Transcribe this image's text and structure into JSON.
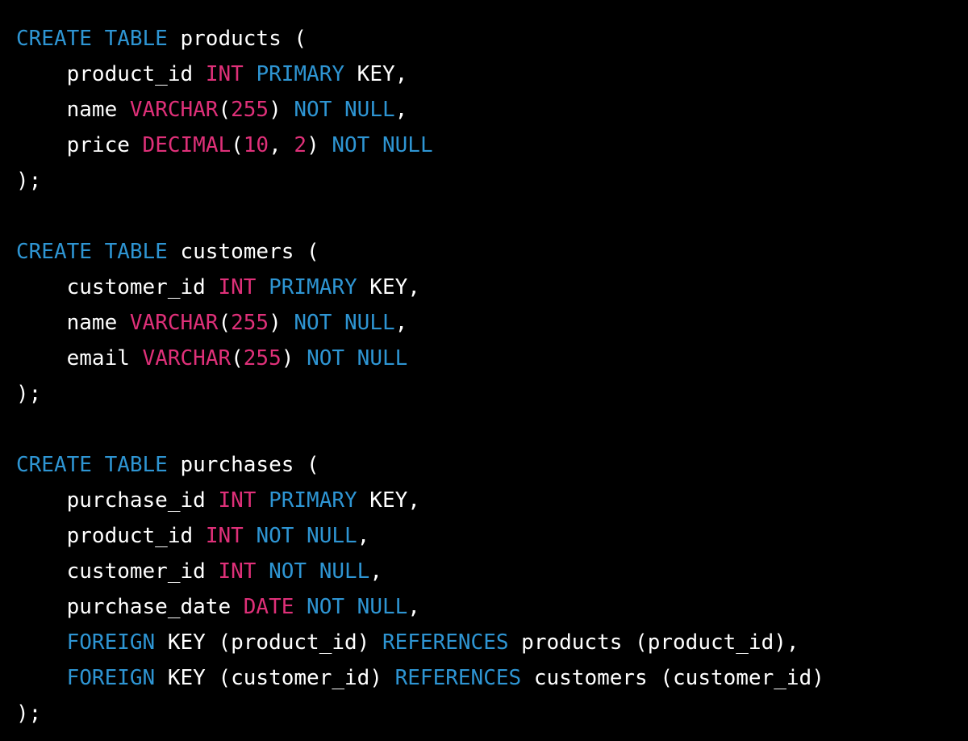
{
  "code": {
    "language": "sql",
    "colors": {
      "background": "#000000",
      "keyword": "#2e95d3",
      "builtin": "#df3079",
      "plain": "#ffffff"
    },
    "lines": [
      [
        {
          "t": "CREATE TABLE",
          "c": "keyword"
        },
        {
          "t": " products (",
          "c": "plain"
        }
      ],
      [
        {
          "t": "    product_id ",
          "c": "plain"
        },
        {
          "t": "INT",
          "c": "builtin"
        },
        {
          "t": " ",
          "c": "plain"
        },
        {
          "t": "PRIMARY",
          "c": "keyword"
        },
        {
          "t": " KEY,",
          "c": "plain"
        }
      ],
      [
        {
          "t": "    name ",
          "c": "plain"
        },
        {
          "t": "VARCHAR",
          "c": "builtin"
        },
        {
          "t": "(",
          "c": "plain"
        },
        {
          "t": "255",
          "c": "builtin"
        },
        {
          "t": ") ",
          "c": "plain"
        },
        {
          "t": "NOT NULL",
          "c": "keyword"
        },
        {
          "t": ",",
          "c": "plain"
        }
      ],
      [
        {
          "t": "    price ",
          "c": "plain"
        },
        {
          "t": "DECIMAL",
          "c": "builtin"
        },
        {
          "t": "(",
          "c": "plain"
        },
        {
          "t": "10",
          "c": "builtin"
        },
        {
          "t": ", ",
          "c": "plain"
        },
        {
          "t": "2",
          "c": "builtin"
        },
        {
          "t": ") ",
          "c": "plain"
        },
        {
          "t": "NOT NULL",
          "c": "keyword"
        }
      ],
      [
        {
          "t": ");",
          "c": "plain"
        }
      ],
      [],
      [
        {
          "t": "CREATE TABLE",
          "c": "keyword"
        },
        {
          "t": " customers (",
          "c": "plain"
        }
      ],
      [
        {
          "t": "    customer_id ",
          "c": "plain"
        },
        {
          "t": "INT",
          "c": "builtin"
        },
        {
          "t": " ",
          "c": "plain"
        },
        {
          "t": "PRIMARY",
          "c": "keyword"
        },
        {
          "t": " KEY,",
          "c": "plain"
        }
      ],
      [
        {
          "t": "    name ",
          "c": "plain"
        },
        {
          "t": "VARCHAR",
          "c": "builtin"
        },
        {
          "t": "(",
          "c": "plain"
        },
        {
          "t": "255",
          "c": "builtin"
        },
        {
          "t": ") ",
          "c": "plain"
        },
        {
          "t": "NOT NULL",
          "c": "keyword"
        },
        {
          "t": ",",
          "c": "plain"
        }
      ],
      [
        {
          "t": "    email ",
          "c": "plain"
        },
        {
          "t": "VARCHAR",
          "c": "builtin"
        },
        {
          "t": "(",
          "c": "plain"
        },
        {
          "t": "255",
          "c": "builtin"
        },
        {
          "t": ") ",
          "c": "plain"
        },
        {
          "t": "NOT NULL",
          "c": "keyword"
        }
      ],
      [
        {
          "t": ");",
          "c": "plain"
        }
      ],
      [],
      [
        {
          "t": "CREATE TABLE",
          "c": "keyword"
        },
        {
          "t": " purchases (",
          "c": "plain"
        }
      ],
      [
        {
          "t": "    purchase_id ",
          "c": "plain"
        },
        {
          "t": "INT",
          "c": "builtin"
        },
        {
          "t": " ",
          "c": "plain"
        },
        {
          "t": "PRIMARY",
          "c": "keyword"
        },
        {
          "t": " KEY,",
          "c": "plain"
        }
      ],
      [
        {
          "t": "    product_id ",
          "c": "plain"
        },
        {
          "t": "INT",
          "c": "builtin"
        },
        {
          "t": " ",
          "c": "plain"
        },
        {
          "t": "NOT NULL",
          "c": "keyword"
        },
        {
          "t": ",",
          "c": "plain"
        }
      ],
      [
        {
          "t": "    customer_id ",
          "c": "plain"
        },
        {
          "t": "INT",
          "c": "builtin"
        },
        {
          "t": " ",
          "c": "plain"
        },
        {
          "t": "NOT NULL",
          "c": "keyword"
        },
        {
          "t": ",",
          "c": "plain"
        }
      ],
      [
        {
          "t": "    purchase_date ",
          "c": "plain"
        },
        {
          "t": "DATE",
          "c": "builtin"
        },
        {
          "t": " ",
          "c": "plain"
        },
        {
          "t": "NOT NULL",
          "c": "keyword"
        },
        {
          "t": ",",
          "c": "plain"
        }
      ],
      [
        {
          "t": "    ",
          "c": "plain"
        },
        {
          "t": "FOREIGN",
          "c": "keyword"
        },
        {
          "t": " KEY (product_id) ",
          "c": "plain"
        },
        {
          "t": "REFERENCES",
          "c": "keyword"
        },
        {
          "t": " products (product_id),",
          "c": "plain"
        }
      ],
      [
        {
          "t": "    ",
          "c": "plain"
        },
        {
          "t": "FOREIGN",
          "c": "keyword"
        },
        {
          "t": " KEY (customer_id) ",
          "c": "plain"
        },
        {
          "t": "REFERENCES",
          "c": "keyword"
        },
        {
          "t": " customers (customer_id)",
          "c": "plain"
        }
      ],
      [
        {
          "t": ");",
          "c": "plain"
        }
      ]
    ]
  }
}
